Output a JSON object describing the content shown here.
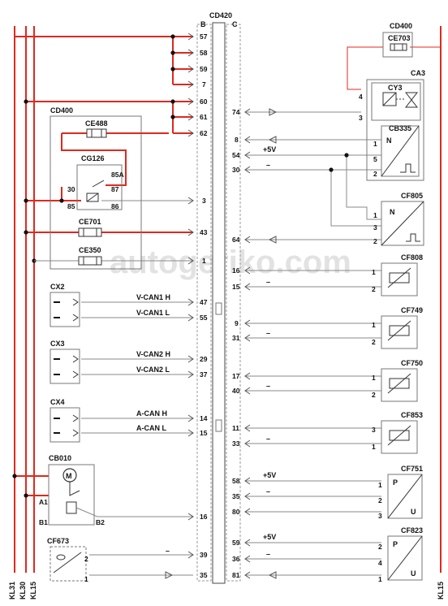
{
  "watermark": "autogeriko.com",
  "center": {
    "label": "CD420",
    "side_b": "B",
    "side_c": "C"
  },
  "rails": {
    "kl31": "KL31",
    "kl30": "KL30",
    "kl15": "KL15",
    "kl15_right": "KL15"
  },
  "left_pins": [
    "57",
    "58",
    "59",
    "7",
    "60",
    "61",
    "62",
    "3",
    "43",
    "1",
    "47",
    "55",
    "29",
    "37",
    "14",
    "15",
    "16",
    "39",
    "35"
  ],
  "right_pins": [
    "74",
    "8",
    "54",
    "30",
    "64",
    "16",
    "15",
    "9",
    "31",
    "17",
    "40",
    "11",
    "33",
    "58",
    "35",
    "80",
    "59",
    "36",
    "81"
  ],
  "cd400_left": {
    "label": "CD400",
    "ce488": "CE488",
    "cg126": "CG126",
    "pins": {
      "p30": "30",
      "p85": "85",
      "p85a": "85A",
      "p87": "87",
      "p86": "86"
    },
    "ce701": "CE701",
    "ce350": "CE350"
  },
  "cx2": {
    "label": "CX2",
    "h": "V-CAN1 H",
    "l": "V-CAN1 L"
  },
  "cx3": {
    "label": "CX3",
    "h": "V-CAN2 H",
    "l": "V-CAN2 L"
  },
  "cx4": {
    "label": "CX4",
    "h": "A-CAN H",
    "l": "A-CAN L"
  },
  "cb010": {
    "label": "CB010",
    "motor": "M",
    "a1": "A1",
    "b1": "B1",
    "b2": "B2"
  },
  "cf673": {
    "label": "CF673",
    "p2": "2",
    "p1": "1",
    "minus": "–"
  },
  "cd400_right": {
    "label": "CD400",
    "ce703": "CE703"
  },
  "ca3": {
    "label": "CA3",
    "cy3": "CY3",
    "p4": "4",
    "p3": "3"
  },
  "cb335": {
    "label": "CB335",
    "n": "N",
    "p1": "1",
    "p5": "5",
    "p2": "2"
  },
  "cf805": {
    "label": "CF805",
    "n": "N",
    "p1": "1",
    "p3": "3",
    "p2": "2"
  },
  "cf808": {
    "label": "CF808",
    "p1": "1",
    "p2": "2"
  },
  "cf749": {
    "label": "CF749",
    "p1": "1",
    "p2": "2"
  },
  "cf750": {
    "label": "CF750",
    "p1": "1",
    "p2": "2"
  },
  "cf853": {
    "label": "CF853",
    "p3": "3",
    "p1": "1"
  },
  "cf751": {
    "label": "CF751",
    "p": "P",
    "u": "U",
    "p1": "1",
    "p2": "2",
    "p3": "3"
  },
  "cf823": {
    "label": "CF823",
    "p": "P",
    "u": "U",
    "p2": "2",
    "p4": "4",
    "p1": "1"
  },
  "signals": {
    "plus5v": "+5V",
    "minus": "–"
  },
  "colors": {
    "power": "#e0281e",
    "wire": "#8a8a8a",
    "ink": "#111111",
    "watermark": "#d0d0d0"
  }
}
